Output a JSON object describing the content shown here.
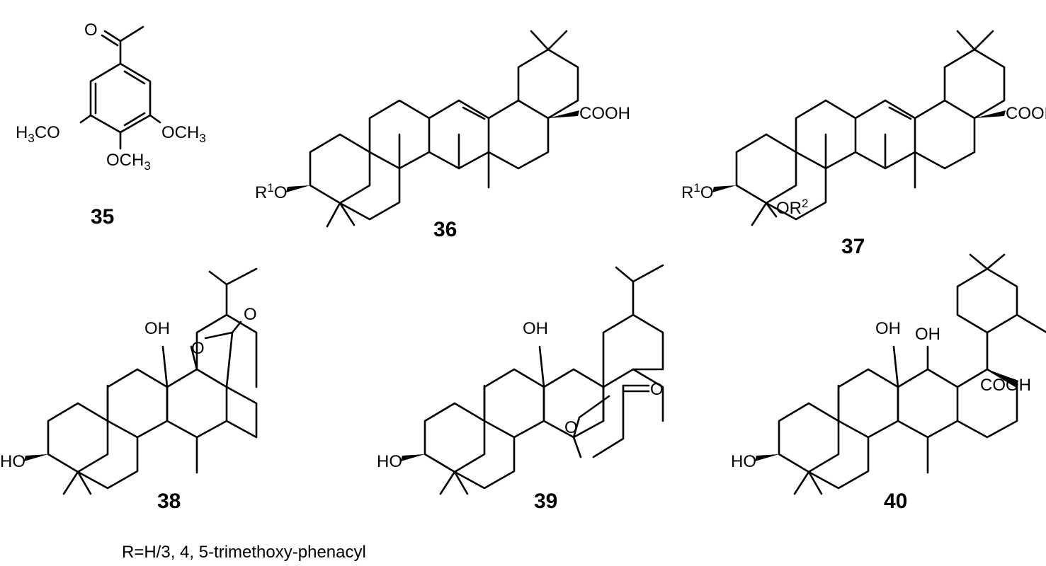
{
  "compounds": [
    {
      "id": "35",
      "label": "35",
      "substituents": [
        "H3CO",
        "OCH3",
        "OCH3"
      ]
    },
    {
      "id": "36",
      "label": "36",
      "substituents": [
        "R1O",
        "COOH"
      ]
    },
    {
      "id": "37",
      "label": "37",
      "substituents": [
        "R1O",
        "OR2",
        "COOH"
      ]
    },
    {
      "id": "38",
      "label": "38",
      "substituents": [
        "OH",
        "HO",
        "O",
        "O"
      ]
    },
    {
      "id": "39",
      "label": "39",
      "substituents": [
        "OH",
        "HO",
        "O",
        "O"
      ]
    },
    {
      "id": "40",
      "label": "40",
      "substituents": [
        "OH",
        "OH",
        "HO",
        "COOH"
      ]
    }
  ],
  "footnote": "R=H/3, 4, 5-trimethoxy-phenacyl"
}
